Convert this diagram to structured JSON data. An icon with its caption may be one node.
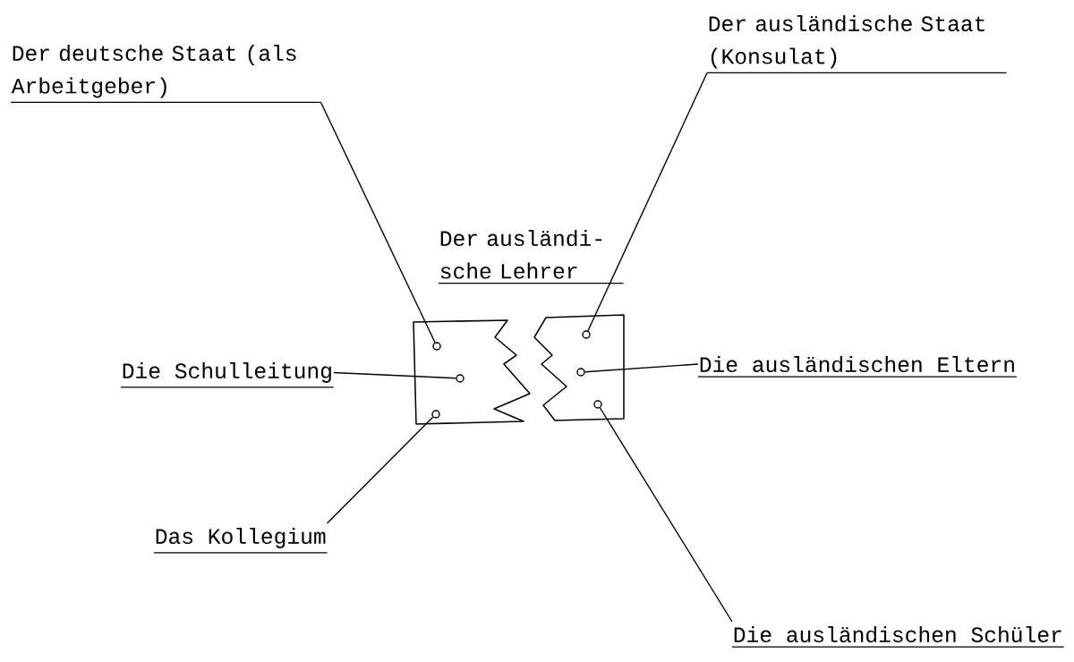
{
  "diagram": {
    "nodes": [
      {
        "text": [
          "Der deutsche Staat (als Arbeitgeber)"
        ]
      },
      {
        "text": [
          "Der ausländische Staat (Konsulat)"
        ]
      },
      {
        "text": [
          "Die Schulleitung"
        ]
      },
      {
        "text": [
          "Das Kollegium"
        ]
      },
      {
        "text": [
          "Die ausländischen Eltern"
        ]
      },
      {
        "text": [
          "Die ausländischen Schüler"
        ]
      },
      {
        "text": [],
        "shape": "box"
      },
      {
        "text": [],
        "shape": "box"
      },
      {
        "text": [],
        "shape": "circle",
        "in": 6
      },
      {
        "text": [],
        "shape": "circle",
        "in": 6
      },
      {
        "text": [],
        "shape": "circle",
        "in": 6
      },
      {
        "text": [],
        "shape": "circle",
        "in": 7
      },
      {
        "text": [],
        "shape": "circle",
        "in": 7
      },
      {
        "text": [],
        "shape": "circle",
        "in": 7
      }
    ],
    "edges": [
      {
        "from": 0,
        "to": 8,
        "arrow": "none"
      },
      {
        "from": 1,
        "to": 11,
        "arrow": "none"
      },
      {
        "from": 2,
        "to": 9,
        "arrow": "none"
      },
      {
        "from": 3,
        "to": 10,
        "arrow": "none"
      },
      {
        "from": 4,
        "to": 12,
        "arrow": "none"
      },
      {
        "from": 5,
        "to": 13,
        "arrow": "none"
      }
    ],
    "labels": [
      "Der ausländi- sche Lehrer"
    ]
  }
}
